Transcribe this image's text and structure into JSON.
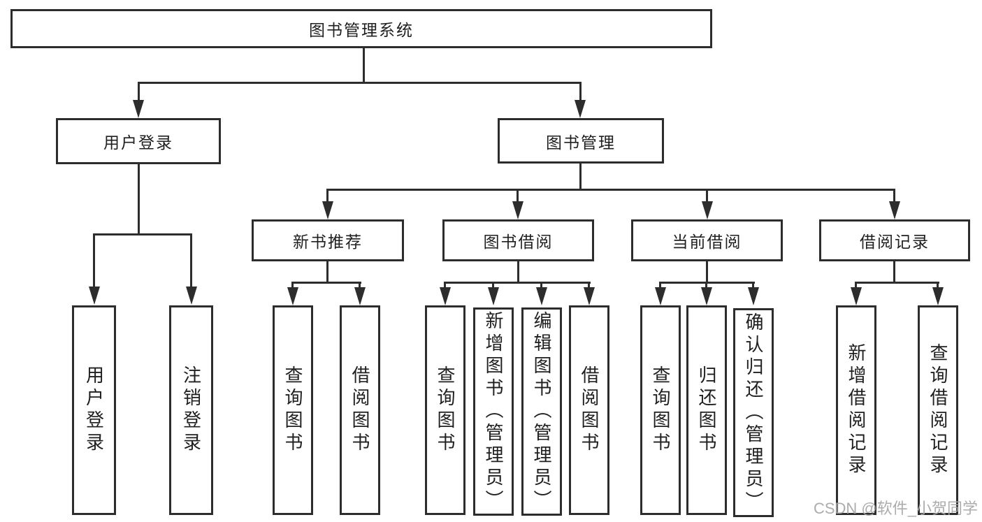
{
  "colors": {
    "line": "#2d2d2d",
    "text": "#1f1f1f",
    "background": "#ffffff",
    "watermark": "#a8a8a8"
  },
  "nodes": {
    "root": "图书管理系统",
    "level2": {
      "user_login": "用户登录",
      "book_mgmt": "图书管理"
    },
    "level3": {
      "new_books": "新书推荐",
      "book_borrow": "图书借阅",
      "current_borrow": "当前借阅",
      "borrow_records": "借阅记录"
    },
    "leaves": {
      "user_login": "用户登录",
      "logout": "注销登录",
      "nb_query": "查询图书",
      "nb_borrow": "借阅图书",
      "bb_query": "查询图书",
      "bb_add": "新增图书（管理员）",
      "bb_edit": "编辑图书（管理员）",
      "bb_borrow": "借阅图书",
      "cb_query": "查询图书",
      "cb_return": "归还图书",
      "cb_confirm": "确认归还（管理员）",
      "br_add": "新增借阅记录",
      "br_query": "查询借阅记录"
    }
  },
  "watermark": "CSDN @软件_小贺同学"
}
